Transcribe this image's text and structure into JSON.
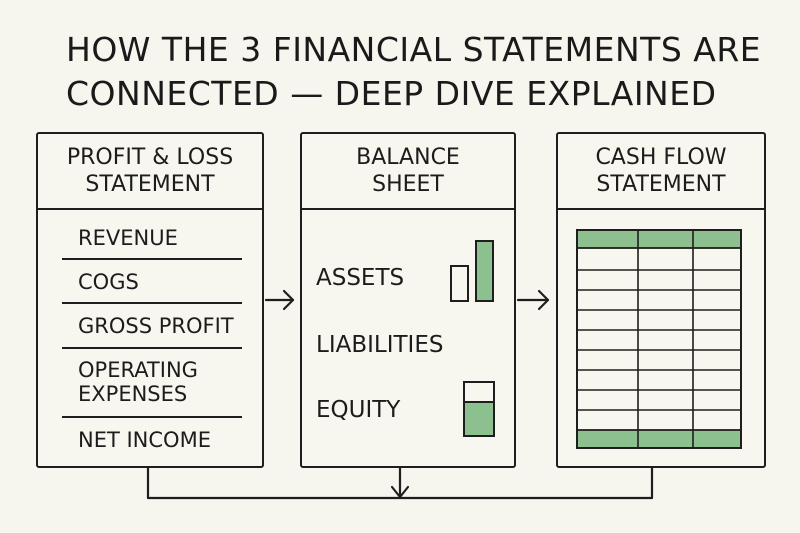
{
  "title": {
    "line1": "HOW THE 3 FINANCIAL STATEMENTS ARE",
    "line2": "CONNECTED — DEEP DIVE EXPLAINED"
  },
  "profit_loss": {
    "header_line1": "PROFIT & LOSS",
    "header_line2": "STATEMENT",
    "items": [
      "REVENUE",
      "COGS",
      "GROSS PROFIT",
      "OPERATING",
      "EXPENSES",
      "NET INCOME"
    ]
  },
  "balance_sheet": {
    "header_line1": "BALANCE",
    "header_line2": "SHEET",
    "items": [
      "ASSETS",
      "LIABILITIES",
      "EQUITY"
    ]
  },
  "cash_flow": {
    "header_line1": "CASH FLOW",
    "header_line2": "STATEMENT"
  },
  "colors": {
    "accent_green": "#8cc08e",
    "ink": "#1e1e1e",
    "paper": "#f6f5ee"
  }
}
